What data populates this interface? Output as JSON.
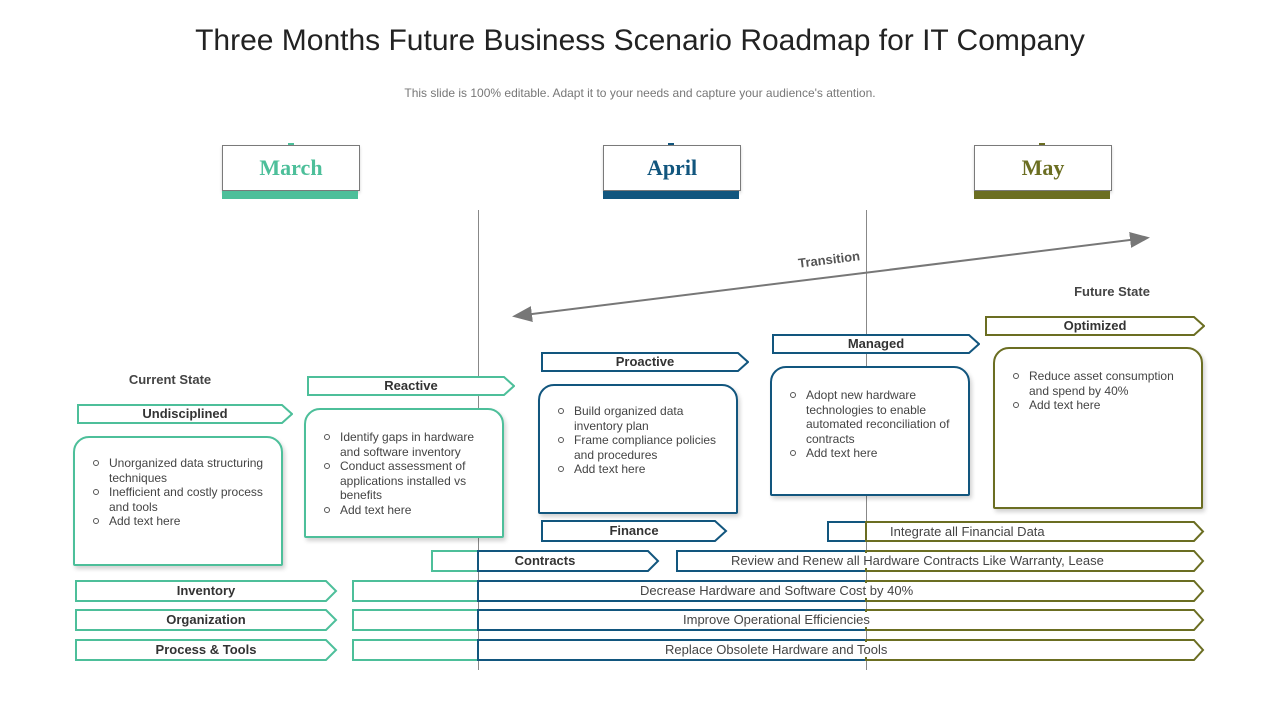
{
  "header": {
    "title": "Three Months Future Business Scenario Roadmap for IT Company",
    "subtitle": "This slide is 100% editable. Adapt it to your needs and capture your audience's attention."
  },
  "colors": {
    "march": "#4dbf9a",
    "april": "#12567e",
    "may": "#6b6e22",
    "line": "#888888"
  },
  "months": [
    {
      "label": "March"
    },
    {
      "label": "April"
    },
    {
      "label": "May"
    }
  ],
  "transition_label": "Transition",
  "current_state_label": "Current State",
  "future_state_label": "Future State",
  "stages": [
    {
      "label": "Undisciplined",
      "items": [
        "Unorganized data structuring techniques",
        "Inefficient and costly process and tools",
        "Add text here"
      ]
    },
    {
      "label": "Reactive",
      "items": [
        "Identify gaps in hardware and software inventory",
        "Conduct assessment of applications installed vs benefits",
        "Add text here"
      ]
    },
    {
      "label": "Proactive",
      "items": [
        "Build organized data inventory plan",
        "Frame compliance policies and procedures",
        "Add text here"
      ]
    },
    {
      "label": "Managed",
      "items": [
        "Adopt new hardware technologies to enable automated reconciliation of contracts",
        "Add text here"
      ]
    },
    {
      "label": "Optimized",
      "items": [
        "Reduce asset consumption and spend by 40%",
        "Add text here"
      ]
    }
  ],
  "rows": {
    "finance": {
      "label": "Finance",
      "text": "Integrate  all Financial Data"
    },
    "contracts": {
      "label": "Contracts",
      "text": "Review  and Renew  all Hardware  Contracts Like Warranty, Lease"
    },
    "inventory": {
      "label": "Inventory",
      "text": "Decrease Hardware  and Software Cost by 40%"
    },
    "organization": {
      "label": "Organization",
      "text": "Improve  Operational  Efficiencies"
    },
    "process_tools": {
      "label": "Process & Tools",
      "text": "Replace Obsolete Hardware  and Tools"
    }
  }
}
